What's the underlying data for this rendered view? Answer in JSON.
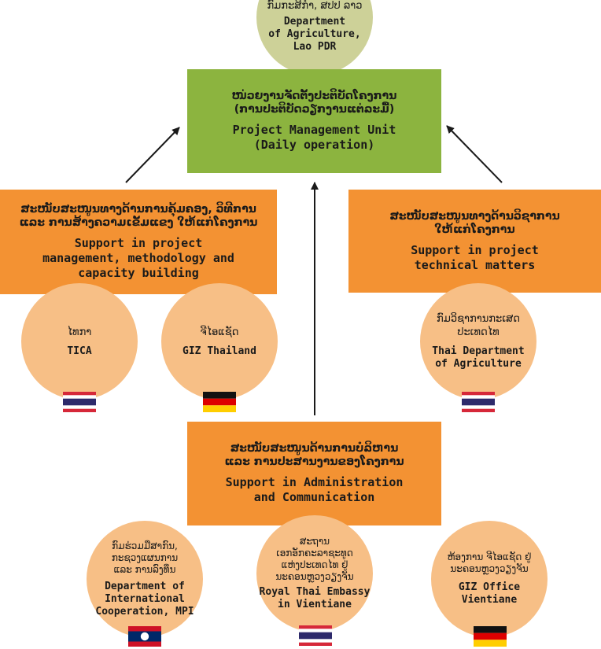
{
  "top_node": {
    "lao": "ກົມກະສິກຳ, ສປປ ລາວ",
    "en": "Department\nof Agriculture,\nLao PDR"
  },
  "pmu": {
    "lao": "ໜ່ວຍງານຈັດຕັ້ງປະຕິບັດໂຄງການ\n(ການປະຕິບັດວຽກງານແຕ່ລະມື້)",
    "en": "Project Management Unit\n(Daily operation)"
  },
  "support_left": {
    "lao": "ສະໜັບສະໜູນທາງດ້ານການຄຸ້ມຄອງ, ວິທີການ\nແລະ ການສ້າງຄວາມເຂັ້ມແຂງ ໃຫ້ແກ່ໂຄງການ",
    "en": "Support in project\nmanagement, methodology and\ncapacity building"
  },
  "support_right": {
    "lao": "ສະໜັບສະໜູນທາງດ້ານວິຊາການ\nໃຫ້ແກ່ໂຄງການ",
    "en": "Support in project\ntechnical matters"
  },
  "support_bottom": {
    "lao": "ສະໜັບສະໜູນດ້ານການບໍລິຫານ\nແລະ ການປະສານງານຂອງໂຄງການ",
    "en": "Support in Administration\nand Communication"
  },
  "partners": {
    "tica": {
      "lao": "ໄທກາ",
      "en": "TICA",
      "flag": "thailand-flag"
    },
    "giz_thailand": {
      "lao": "ຈີໄອແຊັດ",
      "en": "GIZ Thailand",
      "flag": "germany-flag"
    },
    "thai_doa": {
      "lao": "ກົມວິຊາການກະເສດ\nປະເທດໄທ",
      "en": "Thai Department\nof Agriculture",
      "flag": "thailand-flag"
    },
    "dic_mpi": {
      "lao": "ກົມຮ່ວມມືສາກົນ,\nກະຊວງແຜນການ\nແລະ ການລົງທຶນ",
      "en": "Department of\nInternational\nCooperation, MPI",
      "flag": "laos-flag"
    },
    "royal_thai_embassy": {
      "lao": "ສະຖານ\nເອກອັກຄະລາຊະທູດ\nແຫ່ງປະເທດໄທ ຢູ່\nນະຄອນຫຼວງວຽງຈັນ",
      "en": "Royal Thai Embassy\nin Vientiane",
      "flag": "thailand-flag"
    },
    "giz_vientiane": {
      "lao": "ຫ້ອງການ ຈີໄອແຊັດ ຢູ່\nນະຄອນຫຼວງວຽງຈັນ",
      "en": "GIZ Office Vientiane",
      "flag": "germany-flag"
    }
  },
  "colors": {
    "orange": "#f39233",
    "green": "#8cb43f",
    "peach": "#f7bf86",
    "olive": "#cdd198",
    "arrow": "#1a1a1a"
  }
}
